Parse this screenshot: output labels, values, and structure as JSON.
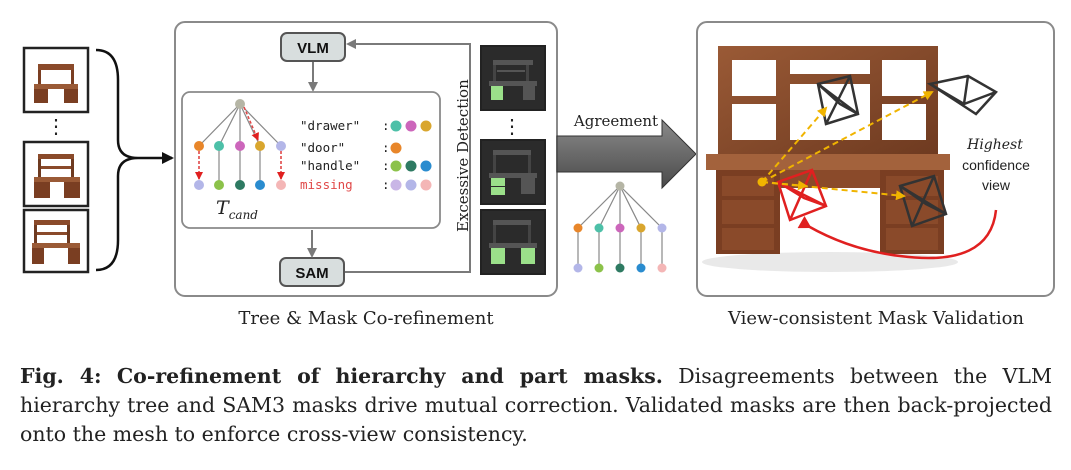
{
  "diagram": {
    "vlm_label": "VLM",
    "sam_label": "SAM",
    "ellipsis": "⋮",
    "tree_label_base": "T",
    "tree_label_sub": "cand",
    "part_rows": [
      {
        "key": "\"drawer\"",
        "sep": ":",
        "colors": [
          "#4dc0a8",
          "#cc66bb",
          "#d9a62e"
        ]
      },
      {
        "key": "\"door\"",
        "sep": ":",
        "colors": [
          "#e8862a"
        ]
      },
      {
        "key": "\"handle\"",
        "sep": ":",
        "colors": [
          "#8cc24a",
          "#2e7a62",
          "#2a8ccf"
        ]
      },
      {
        "key": "missing",
        "sep": ":",
        "colors": [
          "#c9b6e6",
          "#b3b6e8",
          "#f4b6b6"
        ]
      }
    ],
    "missing_color": "#e04848",
    "excessive_label": "Excessive Detection",
    "agreement_label": "Agreement",
    "tree_refine_label": "Tree & Mask Co-refinement",
    "highest_label": "Highest",
    "confidence_label": "confidence",
    "view_label": "view",
    "validation_label": "View-consistent Mask Validation",
    "colors": {
      "box_border": "#7a7a7a",
      "tree_node": "#b5b5a5",
      "sam_bg": "#d8dede",
      "arrow_red": "#e02020",
      "arrow_yellow": "#f0b400",
      "wood": "#8a4a2a",
      "mask_green": "#a8e08a"
    }
  },
  "caption": {
    "fig_label": "Fig. 4:",
    "title": "Co-refinement of hierarchy and part masks.",
    "text": "Disagreements between the VLM hierarchy tree and SAM3 masks drive mutual correction. Validated masks are then back-projected onto the mesh to enforce cross-view consistency."
  }
}
